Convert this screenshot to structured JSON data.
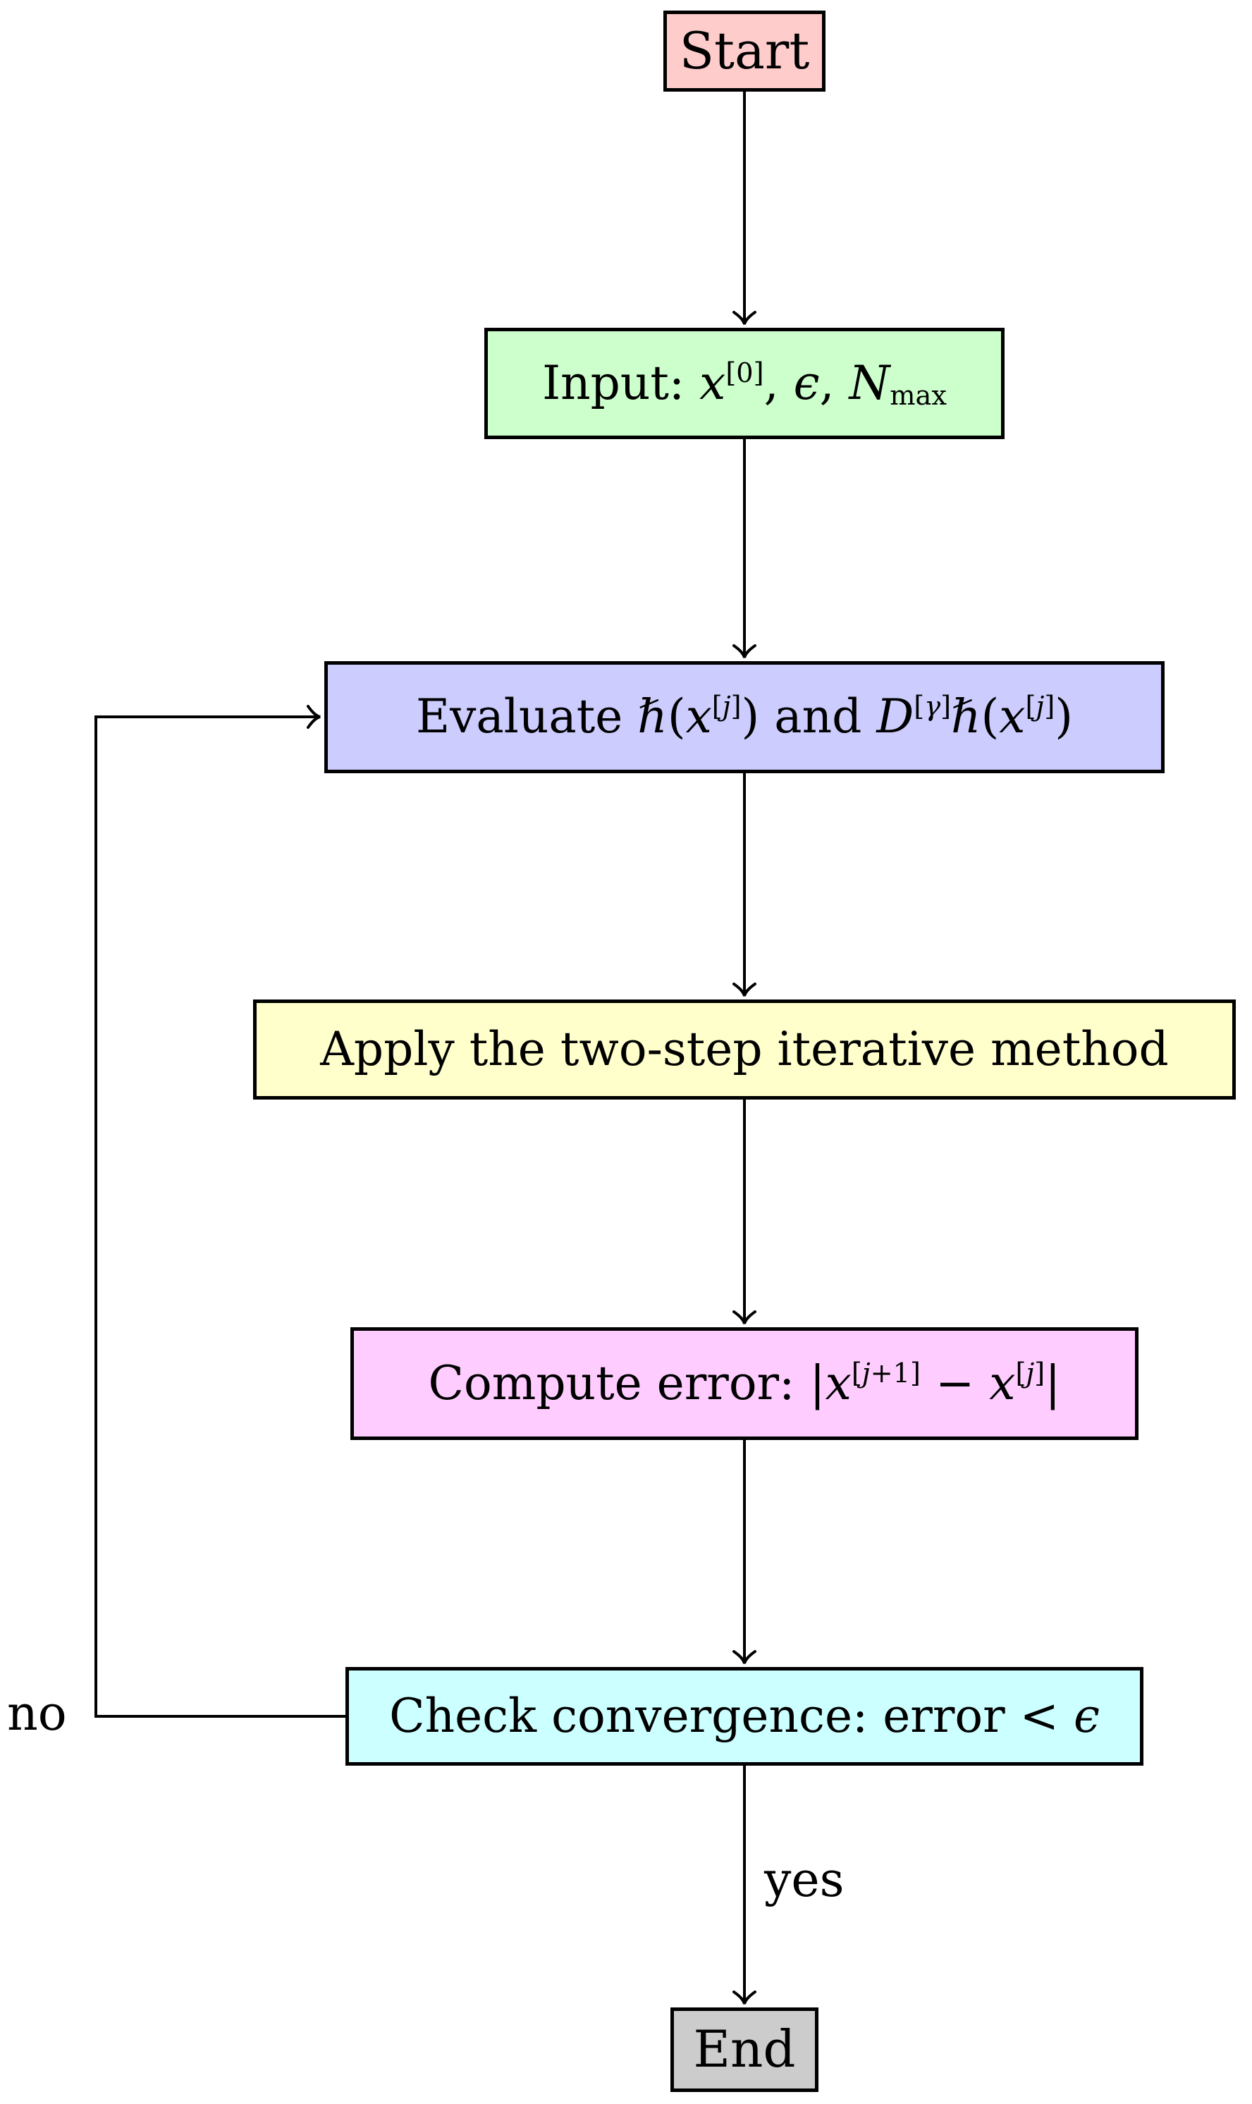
{
  "diagram": {
    "type": "flowchart",
    "colors": {
      "background": "#FFFFFF",
      "stroke": "#000000",
      "text": "#000000",
      "start_fill": "#FFCCCC",
      "input_fill": "#CCFFCC",
      "evaluate_fill": "#CCCCFF",
      "apply_fill": "#FFFFCC",
      "compute_fill": "#FFCCFF",
      "check_fill": "#CCFFFF",
      "end_fill": "#CCCCCC"
    },
    "nodes": {
      "start": {
        "label": "Start",
        "fill": "#FFCCCC",
        "parts": [
          {
            "t": "Start"
          }
        ]
      },
      "input": {
        "label": "Input: x[0], ϵ, Nmax",
        "fill": "#CCFFCC",
        "parts": [
          {
            "t": "Input: "
          },
          {
            "t": "x",
            "i": true
          },
          {
            "t": "[0]",
            "pos": "sup"
          },
          {
            "t": ", "
          },
          {
            "t": "ϵ",
            "i": true
          },
          {
            "t": ", "
          },
          {
            "t": "N",
            "i": true
          },
          {
            "t": "max",
            "pos": "sub"
          }
        ]
      },
      "evaluate": {
        "label": "Evaluate ℏ(x[j]) and D[γ]ℏ(x[j])",
        "fill": "#CCCCFF",
        "parts": [
          {
            "t": "Evaluate "
          },
          {
            "t": "ℏ",
            "i": true
          },
          {
            "t": "("
          },
          {
            "t": "x",
            "i": true
          },
          {
            "t": "[",
            "pos": "sup"
          },
          {
            "t": "j",
            "pos": "sup",
            "i": true
          },
          {
            "t": "]",
            "pos": "sup"
          },
          {
            "t": ") and "
          },
          {
            "t": "D",
            "i": true
          },
          {
            "t": "[",
            "pos": "sup"
          },
          {
            "t": "γ",
            "pos": "sup",
            "i": true
          },
          {
            "t": "]",
            "pos": "sup"
          },
          {
            "t": "ℏ",
            "i": true
          },
          {
            "t": "("
          },
          {
            "t": "x",
            "i": true
          },
          {
            "t": "[",
            "pos": "sup"
          },
          {
            "t": "j",
            "pos": "sup",
            "i": true
          },
          {
            "t": "]",
            "pos": "sup"
          },
          {
            "t": ")"
          }
        ]
      },
      "apply": {
        "label": "Apply the two-step iterative method",
        "fill": "#FFFFCC",
        "parts": [
          {
            "t": "Apply the two-step iterative method"
          }
        ]
      },
      "compute": {
        "label": "Compute error: |x[j+1] − x[j]|",
        "fill": "#FFCCFF",
        "parts": [
          {
            "t": "Compute error: "
          },
          {
            "t": "|"
          },
          {
            "t": "x",
            "i": true
          },
          {
            "t": "[",
            "pos": "sup"
          },
          {
            "t": "j",
            "pos": "sup",
            "i": true
          },
          {
            "t": "+1]",
            "pos": "sup"
          },
          {
            "t": " − "
          },
          {
            "t": "x",
            "i": true
          },
          {
            "t": "[",
            "pos": "sup"
          },
          {
            "t": "j",
            "pos": "sup",
            "i": true
          },
          {
            "t": "]",
            "pos": "sup"
          },
          {
            "t": "|"
          }
        ]
      },
      "check": {
        "label": "Check convergence: error < ϵ",
        "fill": "#CCFFFF",
        "parts": [
          {
            "t": "Check convergence: error < "
          },
          {
            "t": "ϵ",
            "i": true
          }
        ]
      },
      "end": {
        "label": "End",
        "fill": "#CCCCCC",
        "parts": [
          {
            "t": "End"
          }
        ]
      }
    },
    "edges": {
      "start_input": {
        "from": "start",
        "to": "input",
        "label": ""
      },
      "input_evaluate": {
        "from": "input",
        "to": "evaluate",
        "label": ""
      },
      "evaluate_apply": {
        "from": "evaluate",
        "to": "apply",
        "label": ""
      },
      "apply_compute": {
        "from": "apply",
        "to": "compute",
        "label": ""
      },
      "compute_check": {
        "from": "compute",
        "to": "check",
        "label": ""
      },
      "check_end": {
        "from": "check",
        "to": "end",
        "label": "yes"
      },
      "check_evaluate": {
        "from": "check",
        "to": "evaluate",
        "label": "no"
      }
    }
  }
}
